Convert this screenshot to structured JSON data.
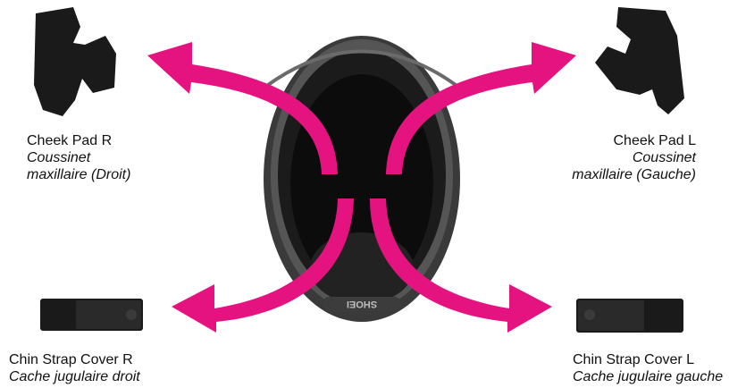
{
  "labels": {
    "cheek_pad_r": {
      "en": "Cheek Pad R",
      "fr_line1": "Coussinet",
      "fr_line2": "maxillaire (Droit)"
    },
    "cheek_pad_l": {
      "en": "Cheek Pad L",
      "fr_line1": "Coussinet",
      "fr_line2": "maxillaire (Gauche)"
    },
    "chin_strap_r": {
      "en": "Chin Strap Cover R",
      "fr": "Cache jugulaire droit"
    },
    "chin_strap_l": {
      "en": "Chin Strap Cover L",
      "fr": "Cache jugulaire gauche"
    }
  },
  "helmet_brand": "SHOEI",
  "colors": {
    "arrow": "#e5137f",
    "pad": "#1a1a1a",
    "helmet_shell": "#2b2b2b",
    "helmet_inner": "#0e0e0e"
  }
}
